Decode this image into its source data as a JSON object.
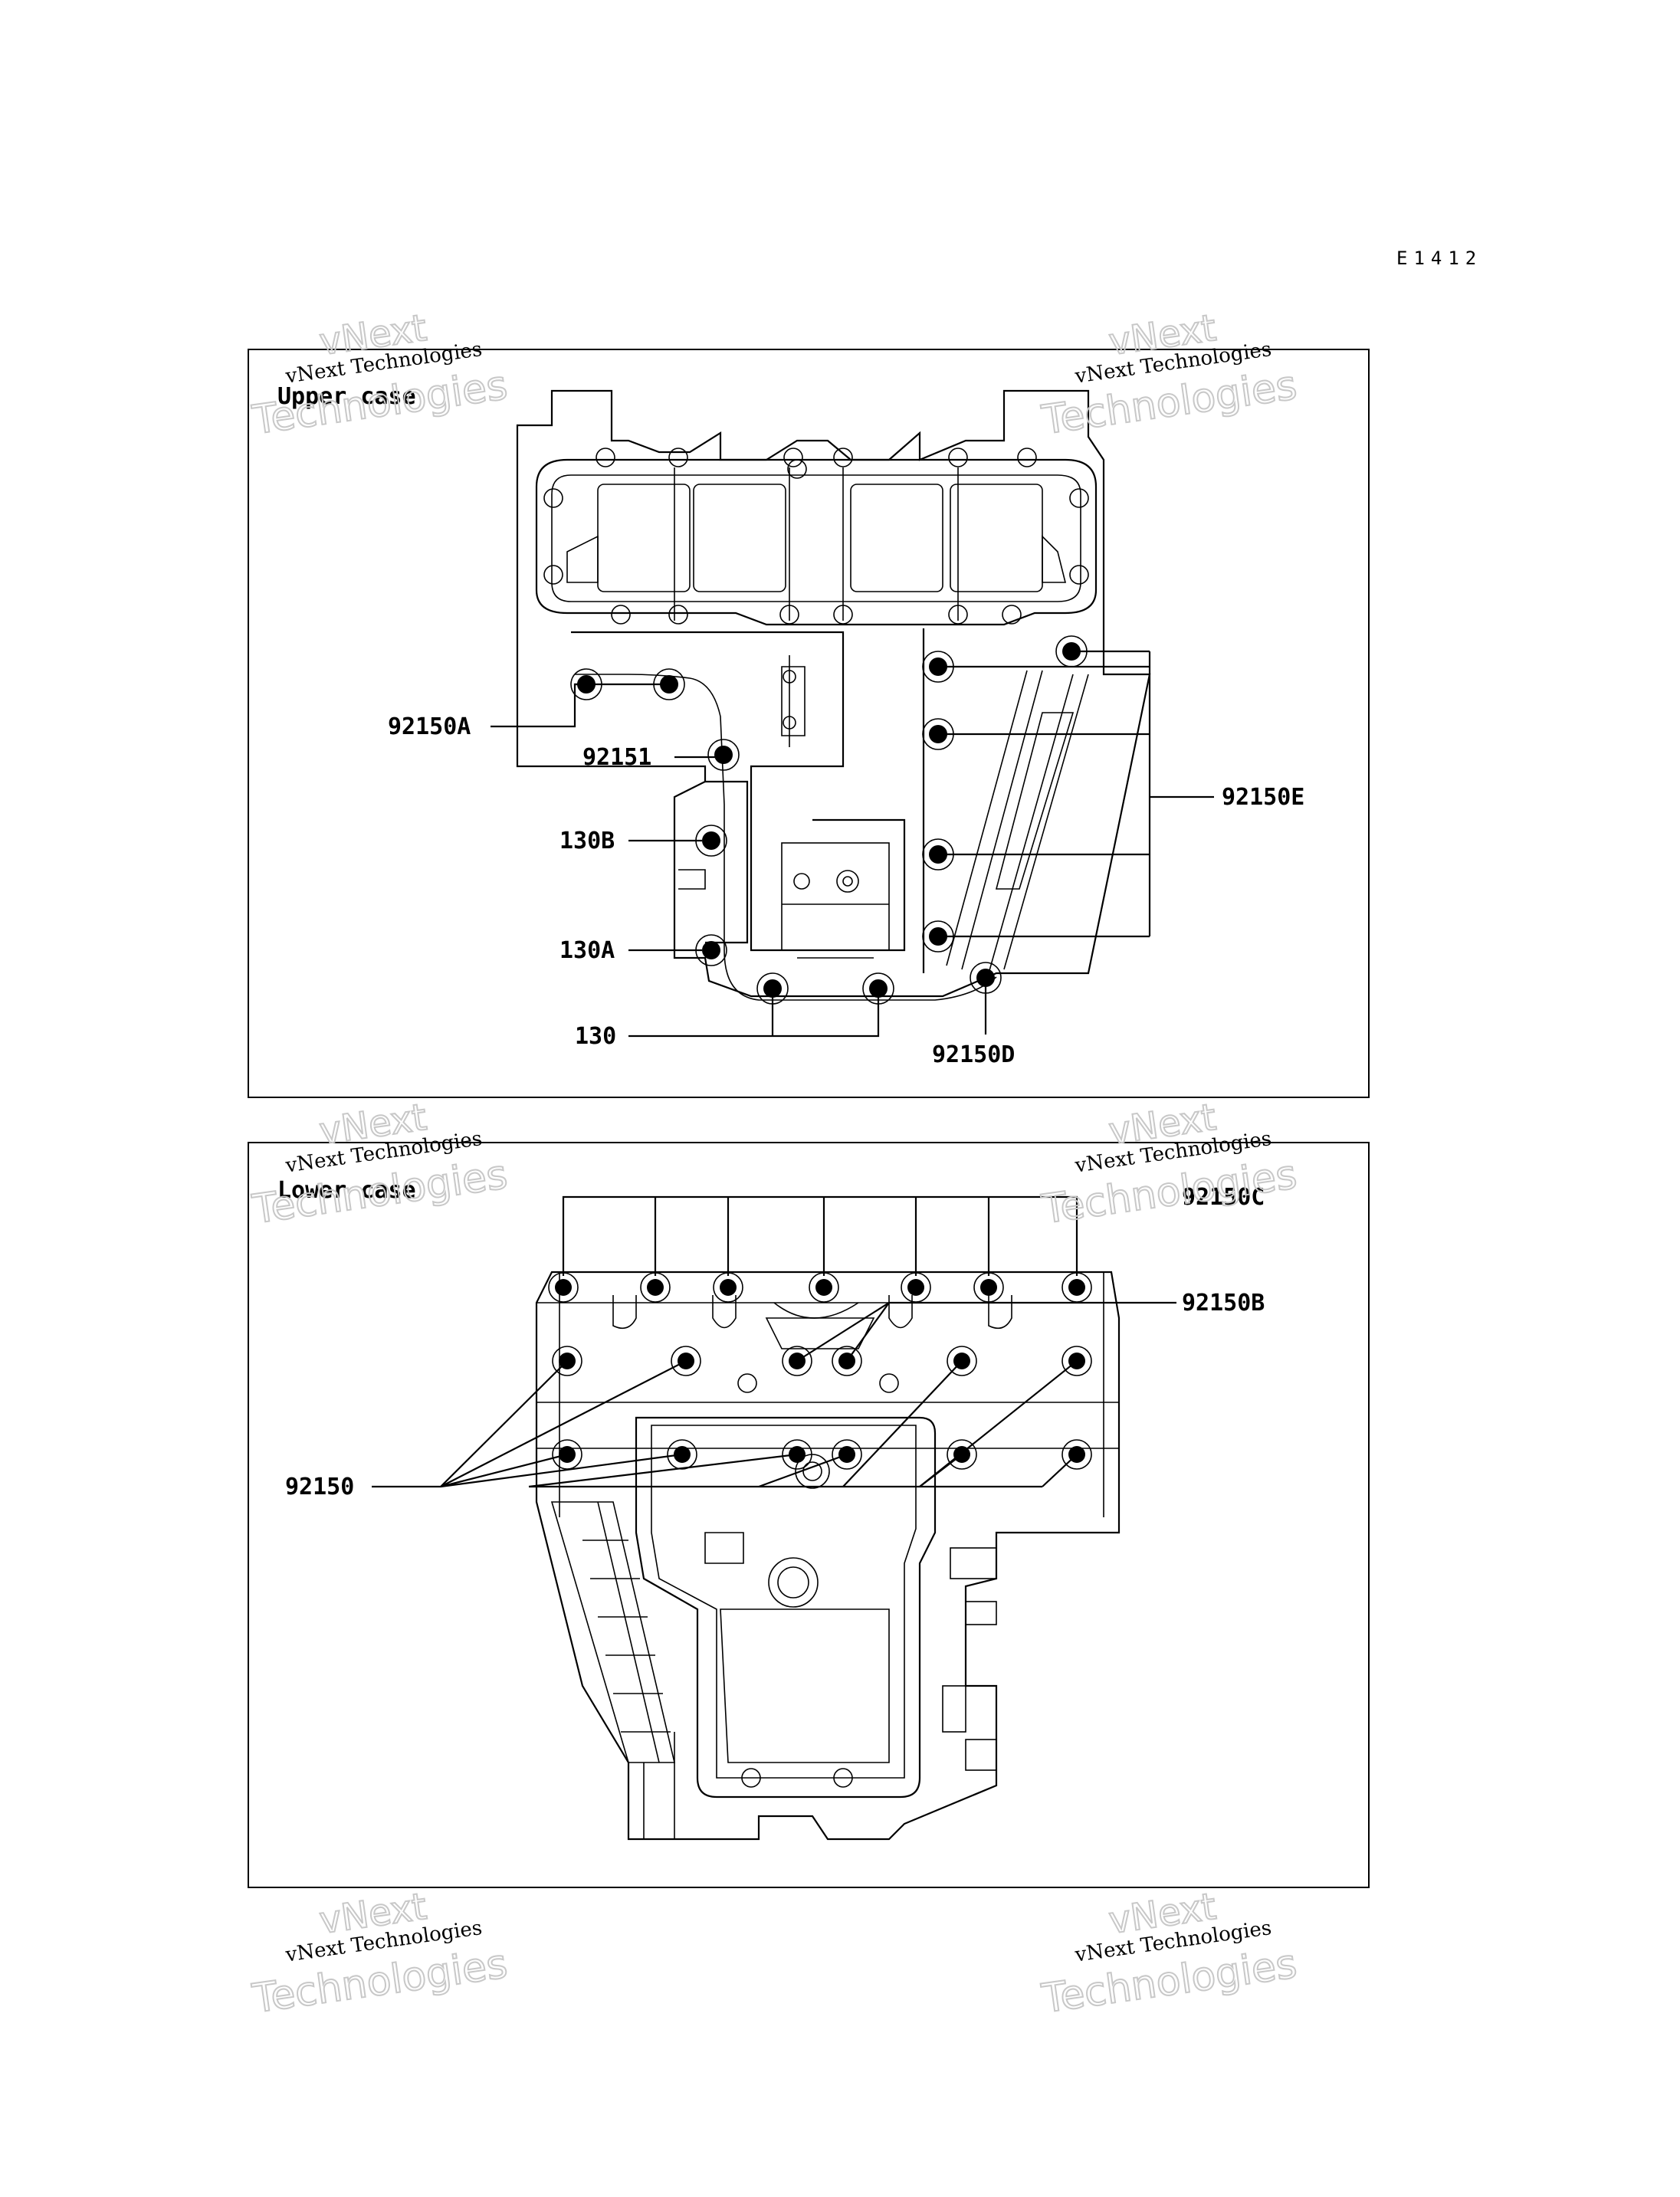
{
  "diagram_code": "E1412",
  "upper_panel": {
    "title": "Upper case",
    "callouts": [
      "92150A",
      "92151",
      "130B",
      "130A",
      "130",
      "92150D",
      "92150E"
    ]
  },
  "lower_panel": {
    "title": "Lower case",
    "callouts": [
      "92150C",
      "92150B",
      "92150"
    ]
  },
  "watermark": {
    "company": "vNext Technologies",
    "big_line1": "vNext",
    "big_line2": "Technologies"
  }
}
